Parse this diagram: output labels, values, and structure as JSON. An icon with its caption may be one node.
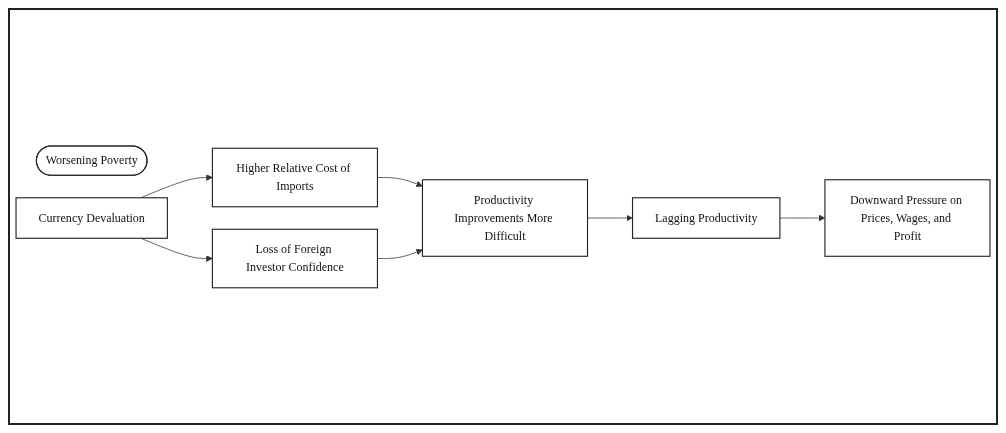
{
  "diagram": {
    "nodes": [
      {
        "text": [
          "Lagging Productivity"
        ]
      },
      {
        "text": [
          "Downward Pressure on Prices, Wages, and Profit"
        ]
      },
      {
        "text": [
          "Worsening Poverty"
        ]
      },
      {
        "text": [
          "Currency Devaluation"
        ]
      },
      {
        "text": [
          "Higher Relative Cost of Imports"
        ]
      },
      {
        "text": [
          "Loss of Foreign Investor Confidence"
        ]
      },
      {
        "text": [
          "Productivity Improvements More Difficult"
        ]
      }
    ],
    "edges": [
      {
        "from": 0,
        "to": 1,
        "arrow": "to"
      },
      {
        "from": 3,
        "to": 4,
        "arrow": "to"
      },
      {
        "from": 3,
        "to": 5,
        "arrow": "to"
      },
      {
        "from": 4,
        "to": 6,
        "arrow": "to"
      },
      {
        "from": 5,
        "to": 6,
        "arrow": "to"
      },
      {
        "from": 6,
        "to": 0,
        "arrow": "to"
      }
    ]
  }
}
